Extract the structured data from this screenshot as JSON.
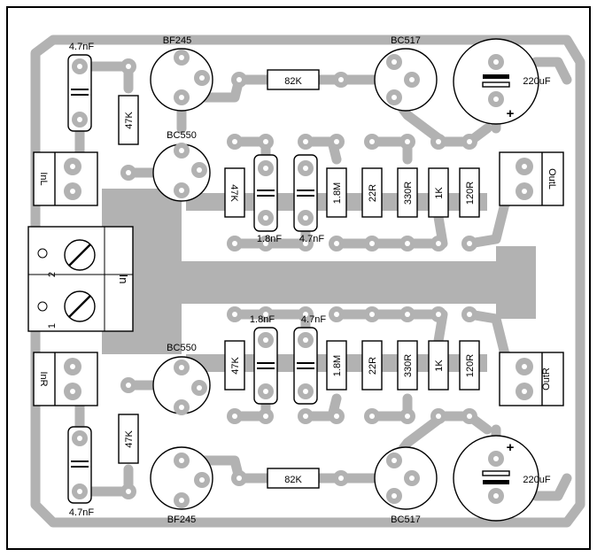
{
  "board": {
    "bg": "#ffffff",
    "copper_color": "#b2b2b2",
    "outline_color": "#000000"
  },
  "connectors": {
    "in_l": "InL",
    "in_r": "InR",
    "out_l": "OutL",
    "out_r": "OutR",
    "input_block": "In",
    "pin1": "1",
    "pin2": "2"
  },
  "transistors": {
    "top_fet": "BF245",
    "top_bjt": "BC517",
    "top_mid": "BC550",
    "bot_mid": "BC550",
    "bot_fet": "BF245",
    "bot_bjt": "BC517"
  },
  "resistors": {
    "top_82k": "82K",
    "bot_82k": "82K",
    "top_47k_a": "47K",
    "top_47k_b": "47K",
    "bot_47k_a": "47K",
    "bot_47k_b": "47K",
    "top_1m8": "1.8M",
    "bot_1m8": "1.8M",
    "top_22r": "22R",
    "bot_22r": "22R",
    "top_330r": "330R",
    "bot_330r": "330R",
    "top_1k": "1K",
    "bot_1k": "1K",
    "top_120r": "120R",
    "bot_120r": "120R"
  },
  "capacitors": {
    "top_4n7_in": "4.7nF",
    "bot_4n7_in": "4.7nF",
    "top_1n8": "1.8nF",
    "top_4n7": "4.7nF",
    "bot_1n8": "1.8nF",
    "bot_4n7": "4.7nF",
    "top_elec": "220uF",
    "bot_elec": "220uF",
    "plus": "+"
  }
}
